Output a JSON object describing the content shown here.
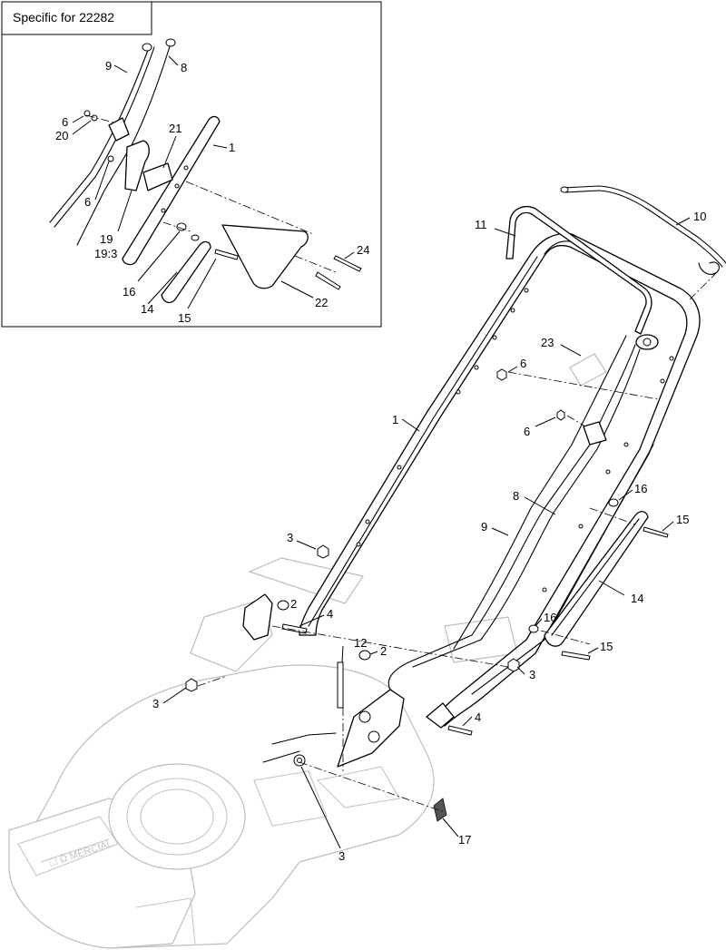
{
  "inset": {
    "title": "Specific for 22282",
    "callouts": {
      "c9": "9",
      "c8": "8",
      "c6a": "6",
      "c20": "20",
      "c6b": "6",
      "c21": "21",
      "c1": "1",
      "c19": "19",
      "c19_3": "19:3",
      "c16": "16",
      "c14": "14",
      "c15": "15",
      "c22": "22",
      "c24": "24"
    }
  },
  "main": {
    "callouts": {
      "c11": "11",
      "c10": "10",
      "c23": "23",
      "c6a": "6",
      "c1": "1",
      "c6b": "6",
      "c16a": "16",
      "c15a": "15",
      "c8": "8",
      "c9": "9",
      "c3a": "3",
      "c2a": "2",
      "c4a": "4",
      "c14": "14",
      "c16b": "16",
      "c12": "12",
      "c2b": "2",
      "c15b": "15",
      "c3b": "3",
      "c3c": "3",
      "c4b": "4",
      "c3d": "3",
      "c17": "17"
    }
  },
  "colors": {
    "line": "#000000",
    "ghost": "#bdbdbd",
    "background": "#ffffff"
  }
}
